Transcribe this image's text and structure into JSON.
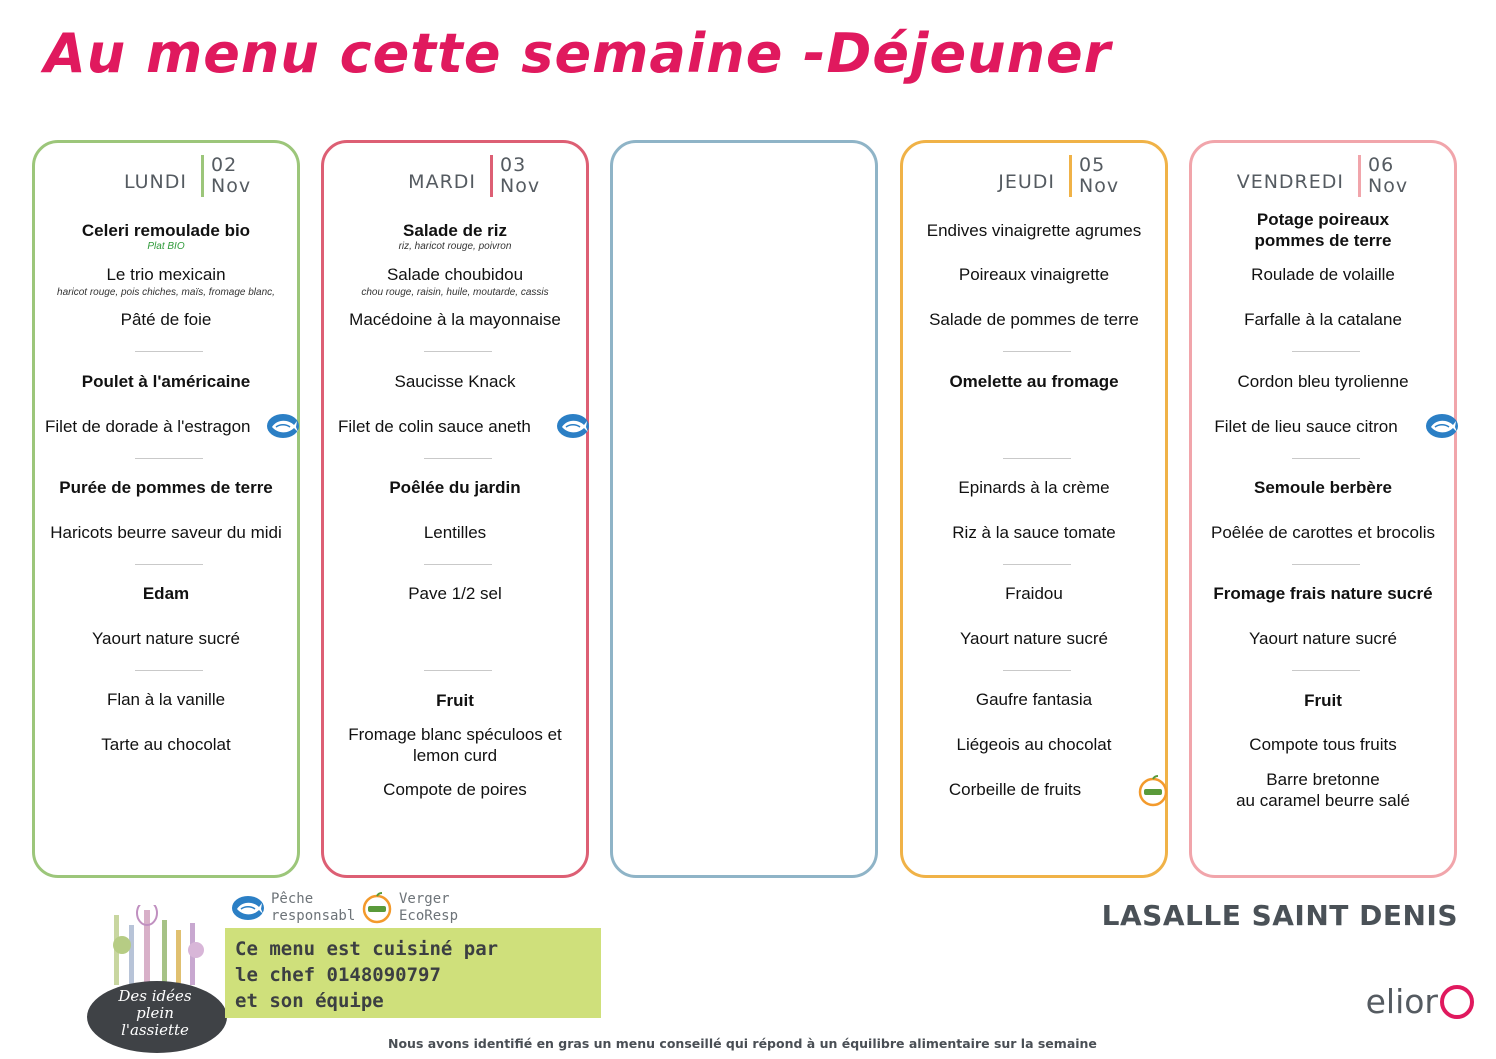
{
  "title": "Au menu cette semaine -Déjeuner",
  "days": [
    {
      "name": "LUNDI",
      "num": "02",
      "month": "Nov",
      "color": "#9cc67a",
      "starter1": "Celeri remoulade  bio",
      "starter1_sub": "Plat BIO",
      "starter2": "Le trio mexicain",
      "starter2_sub": "haricot rouge, pois chiches, maïs, fromage blanc,",
      "starter3": "Pâté de foie",
      "main1": "Poulet à l'américaine",
      "main2": "Filet de dorade à l'estragon",
      "side1": "Purée de pommes de terre",
      "side2": "Haricots beurre saveur du midi",
      "dairy1": "Edam",
      "dairy2": "Yaourt nature sucré",
      "dessert1": "Flan à la vanille",
      "dessert2": "Tarte au chocolat"
    },
    {
      "name": "MARDI",
      "num": "03",
      "month": "Nov",
      "color": "#dd5f74",
      "starter1": "Salade de riz",
      "starter1_sub": "riz, haricot rouge, poivron",
      "starter2": "Salade choubidou",
      "starter2_sub": "chou rouge, raisin, huile, moutarde, cassis",
      "starter3": "Macédoine à la mayonnaise",
      "main1": "Saucisse Knack",
      "main2": "Filet de colin sauce aneth",
      "side1": "Poêlée du jardin",
      "side2": "Lentilles",
      "dairy1": "Pave 1/2 sel",
      "dessert1": "Fruit",
      "dessert2a": "Fromage blanc spéculoos et",
      "dessert2b": "lemon curd",
      "dessert3": "Compote de poires"
    },
    {
      "color": "#8fb4c7"
    },
    {
      "name": "JEUDI",
      "num": "05",
      "month": "Nov",
      "color": "#f0b247",
      "starter1": "Endives vinaigrette agrumes",
      "starter2": "Poireaux vinaigrette",
      "starter3": "Salade de pommes de terre",
      "main1": "Omelette au fromage",
      "side1": "Epinards à la crème",
      "side2": "Riz à la sauce tomate",
      "dairy1": "Fraidou",
      "dairy2": "Yaourt nature sucré",
      "dessert1": "Gaufre fantasia",
      "dessert2": "Liégeois au chocolat",
      "dessert3": "Corbeille de fruits"
    },
    {
      "name": "VENDREDI",
      "num": "06",
      "month": "Nov",
      "color": "#f1a5ab",
      "starter1a": "Potage poireaux",
      "starter1b": "pommes de terre",
      "starter2": "Roulade de volaille",
      "starter3": "Farfalle à la catalane",
      "main1": "Cordon bleu tyrolienne",
      "main2": "Filet de lieu sauce citron",
      "side1": "Semoule berbère",
      "side2": "Poêlée de carottes et brocolis",
      "dairy1": "Fromage frais nature sucré",
      "dairy2": "Yaourt nature sucré",
      "dessert1": "Fruit",
      "dessert2": "Compote tous fruits",
      "dessert3a": "Barre bretonne",
      "dessert3b": "au caramel beurre salé"
    }
  ],
  "legend": {
    "peche_1": "Pêche",
    "peche_2": "responsabl",
    "verger_1": "Verger",
    "verger_2": "EcoResp"
  },
  "chef_box": {
    "line1": "Ce menu est cuisiné par",
    "line2": "le chef 0148090797",
    "line3": "et son équipe"
  },
  "plate_text_1": "Des idées plein",
  "plate_text_2": "l'assiette",
  "site_name": "LASALLE SAINT DENIS",
  "brand": "elior",
  "bottom_note": "Nous avons identifié en gras un menu conseillé qui répond à un équilibre alimentaire sur la semaine",
  "icons": [
    "msc-fish-icon",
    "verger-apple-icon",
    "plate-utensils-icon",
    "elior-logo-icon"
  ]
}
